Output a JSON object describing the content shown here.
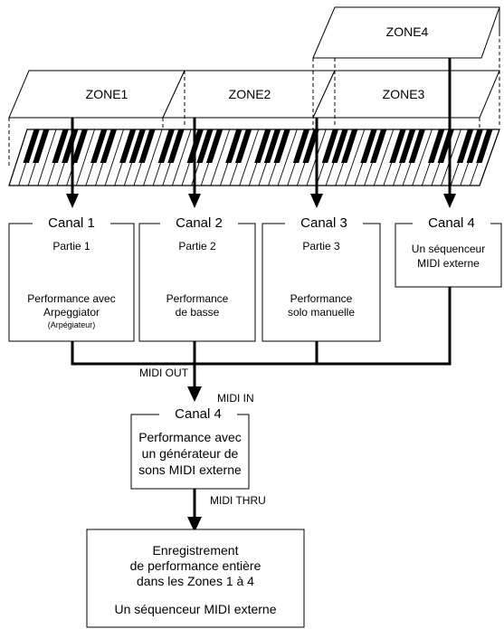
{
  "zones": {
    "z1": "ZONE1",
    "z2": "ZONE2",
    "z3": "ZONE3",
    "z4": "ZONE4"
  },
  "channels": [
    {
      "title": "Canal 1",
      "part": "Partie 1",
      "line1": "Performance avec",
      "line2": "Arpeggiator",
      "line3": "(Arpégiateur)"
    },
    {
      "title": "Canal 2",
      "part": "Partie 2",
      "line1": "Performance",
      "line2": "de basse"
    },
    {
      "title": "Canal 3",
      "part": "Partie 3",
      "line1": "Performance",
      "line2": "solo manuelle"
    },
    {
      "title": "Canal 4",
      "line1": "Un séquenceur",
      "line2": "MIDI externe"
    }
  ],
  "midi": {
    "out": "MIDI OUT",
    "in": "MIDI IN",
    "thru": "MIDI THRU"
  },
  "generator": {
    "title": "Canal 4",
    "line1": "Performance avec",
    "line2": "un générateur de",
    "line3": "sons MIDI externe"
  },
  "recorder": {
    "line1": "Enregistrement",
    "line2": "de performance entière",
    "line3": "dans les Zones 1 à 4",
    "line4": "Un séquenceur MIDI externe"
  }
}
